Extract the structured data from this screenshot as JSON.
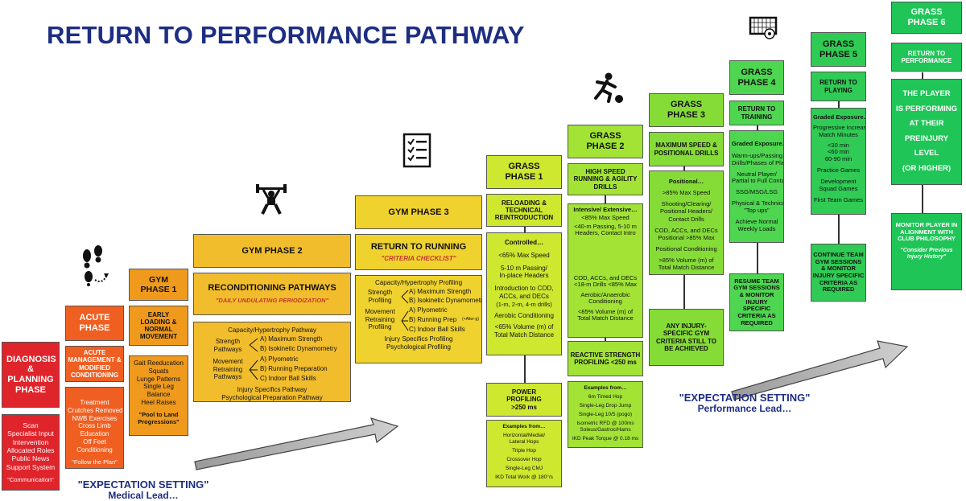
{
  "title": "RETURN TO PERFORMANCE PATHWAY",
  "colors": {
    "title": "#1d2e82",
    "diagnosis": "#e0242b",
    "acute": "#ef5f22",
    "gym1": "#ef9a1d",
    "gym2": "#f2bd2c",
    "gym3": "#f0d22e",
    "grass1": "#cde82e",
    "grass2": "#a2e336",
    "grass3": "#86dc37",
    "grass4": "#4ed650",
    "grass5": "#2fcb55",
    "grass6": "#1fc557"
  },
  "icons": [
    "footsteps-icon",
    "weightlifter-icon",
    "checklist-icon",
    "runner-with-ball-icon",
    "goal-with-ball-icon"
  ],
  "diagnosis": {
    "header": "DIAGNOSIS & PLANNING PHASE",
    "items": [
      "Scan",
      "Specialist Input",
      "Intervention",
      "Allocated Roles",
      "Public News",
      "Support System"
    ],
    "quote": "\"Communication\""
  },
  "acute": {
    "header": "ACUTE PHASE",
    "sub": "ACUTE MANAGEMENT & MODIFIED CONDITIONING",
    "items": [
      "Treatment",
      "Crutches Removed",
      "NWB Exercises",
      "Cross Limb",
      "Education",
      "Off Feet",
      "Conditioning"
    ],
    "quote": "\"Follow the Plan\""
  },
  "gym1": {
    "header": "GYM PHASE 1",
    "sub": "EARLY LOADING & NORMAL MOVEMENT",
    "items": [
      "Gait Reeducation",
      "Squats",
      "Lunge Patterns",
      "Single Leg",
      "Balance",
      "Heel Raises"
    ],
    "quote": "\"Pool to Land Progressions\""
  },
  "gym2": {
    "header": "GYM PHASE 2",
    "sub": "RECONDITIONING PATHWAYS",
    "quote": "\"DAILY UNDULATING PERIODIZATION\"",
    "heading": "Capacity/Hypertrophy Pathway",
    "strength_label": "Strength Pathways",
    "strength_items": [
      "A) Maximum Strength",
      "B) Isokinetic Dynamometry"
    ],
    "movement_label": "Movement Retraining Pathways",
    "movement_items": [
      "A) Plyometric",
      "B) Running Preparation",
      "C) Indoor Ball Skills"
    ],
    "footer": [
      "Injury Specifics Pathway",
      "Psychological Preparation Pathway"
    ]
  },
  "gym3": {
    "header": "GYM PHASE 3",
    "sub": "RETURN TO RUNNING",
    "quote": "\"CRITERIA CHECKLIST\"",
    "heading": "Capacity/Hypertrophy Profiling",
    "strength_label": "Strength Profiling",
    "strength_items": [
      "A) Maximum Strength",
      "B) Isokinetic Dynamometry"
    ],
    "movement_label": "Movement Retraining Profiling",
    "movement_items": [
      "A) Plyometric",
      "B) Running Prep",
      "C) Indoor Ball Skills"
    ],
    "alter_note": "(+Alter-g)",
    "footer": [
      "Injury Specifics Profiling",
      "Psychological Profiling"
    ]
  },
  "grass1": {
    "header": "GRASS PHASE 1",
    "sub": "RELOADING & TECHNICAL REINTRODUCTION",
    "heading": "Controlled…",
    "items": [
      "<65% Max Speed",
      "5-10 m Passing/",
      "In-place Headers",
      "Introduction to COD,",
      "ACCs, and DECs",
      "(1-m, 2-m, 4-m drills)",
      "Aerobic Conditioning",
      "<65% Volume (m) of",
      "Total Match Distance"
    ],
    "power_header": "POWER PROFILING >250 ms",
    "power_heading": "Examples from…",
    "power_items": [
      "Horizontal/Medial/",
      "Lateral Hops",
      "Triple Hop",
      "Crossover Hop",
      "Single-Leg CMJ",
      "IKD Total Work @ 180°/s"
    ]
  },
  "grass2": {
    "header": "GRASS PHASE 2",
    "sub": "HIGH SPEED RUNNING & AGILITY DRILLS",
    "heading": "Intensive/ Extensive…",
    "items": [
      "<85% Max Speed",
      "<40-m Passing, 5-10 m",
      "Headers, Contact Intro",
      "COD, ACCs, and DECs",
      "<18-m Drills  <85% Max",
      "Aerobic/Anaerobic",
      "Conditioning",
      "<85% Volume (m) of",
      "Total Match Distance"
    ],
    "reactive_header": "REACTIVE STRENGTH PROFILING <250 ms",
    "reactive_heading": "Examples from…",
    "reactive_items": [
      "6m Timed Hop",
      "Single-Leg Drop Jump",
      "Single-Leg 10/5 (pogo)",
      "Isometric RFD @ 100ms",
      "Soleus/Gastroc/Hams",
      "IKD Peak Torque @ 0.18 ms"
    ]
  },
  "grass3": {
    "header": "GRASS PHASE 3",
    "sub": "MAXIMUM SPEED & POSITIONAL DRILLS",
    "heading": "Positional…",
    "items": [
      ">85% Max Speed",
      "Shooting/Clearing/",
      "Positional Headers/",
      "Contact Drills",
      "COD, ACCs, and DECs",
      "Positional >85% Max",
      "Positional Conditioning",
      ">85% Volume (m) of",
      "Total Match Distance"
    ],
    "criteria": "ANY INJURY-SPECIFIC GYM CRITERIA STILL TO BE ACHIEVED"
  },
  "grass4": {
    "header": "GRASS PHASE 4",
    "sub": "RETURN TO TRAINING",
    "heading": "Graded Exposure…",
    "items": [
      "Warm-ups/Passing",
      "Drills/Phases of Play",
      "Neutral Player/",
      "Partial to Full Contact",
      "SSG/MSG/LSG",
      "Physical & Technical",
      "\"Top ups\"",
      "Achieve Normal",
      "Weekly Loads"
    ],
    "resume": "RESUME TEAM GYM SESSIONS & MONITOR INJURY SPECIFIC CRITERIA AS REQUIRED"
  },
  "grass5": {
    "header": "GRASS PHASE 5",
    "sub": "RETURN TO PLAYING",
    "heading": "Graded Exposure…",
    "items": [
      "Progressive Increase of",
      "Match Minutes",
      "<30 min",
      "<60 min",
      "60-90 min",
      "Practice Games",
      "Development",
      "Squad Games",
      "First Team Games"
    ],
    "continue": "CONTINUE TEAM GYM SESSIONS & MONITOR INJURY SPECIFIC CRITERIA AS REQUIRED"
  },
  "grass6": {
    "header": "GRASS PHASE 6",
    "sub": "RETURN TO PERFORMANCE",
    "statement": [
      "THE PLAYER",
      "IS PERFORMING",
      "AT THEIR",
      "PREINJURY",
      "LEVEL",
      "(OR HIGHER)"
    ],
    "monitor": "MONITOR PLAYER IN ALIGNMENT WITH CLUB PHILOSOPHY",
    "quote": "\"Consider Previous Injury History\""
  },
  "expectation_medical": {
    "line1": "\"EXPECTATION SETTING\"",
    "line2": "Medical Lead…"
  },
  "expectation_performance": {
    "line1": "\"EXPECTATION SETTING\"",
    "line2": "Performance Lead…"
  }
}
